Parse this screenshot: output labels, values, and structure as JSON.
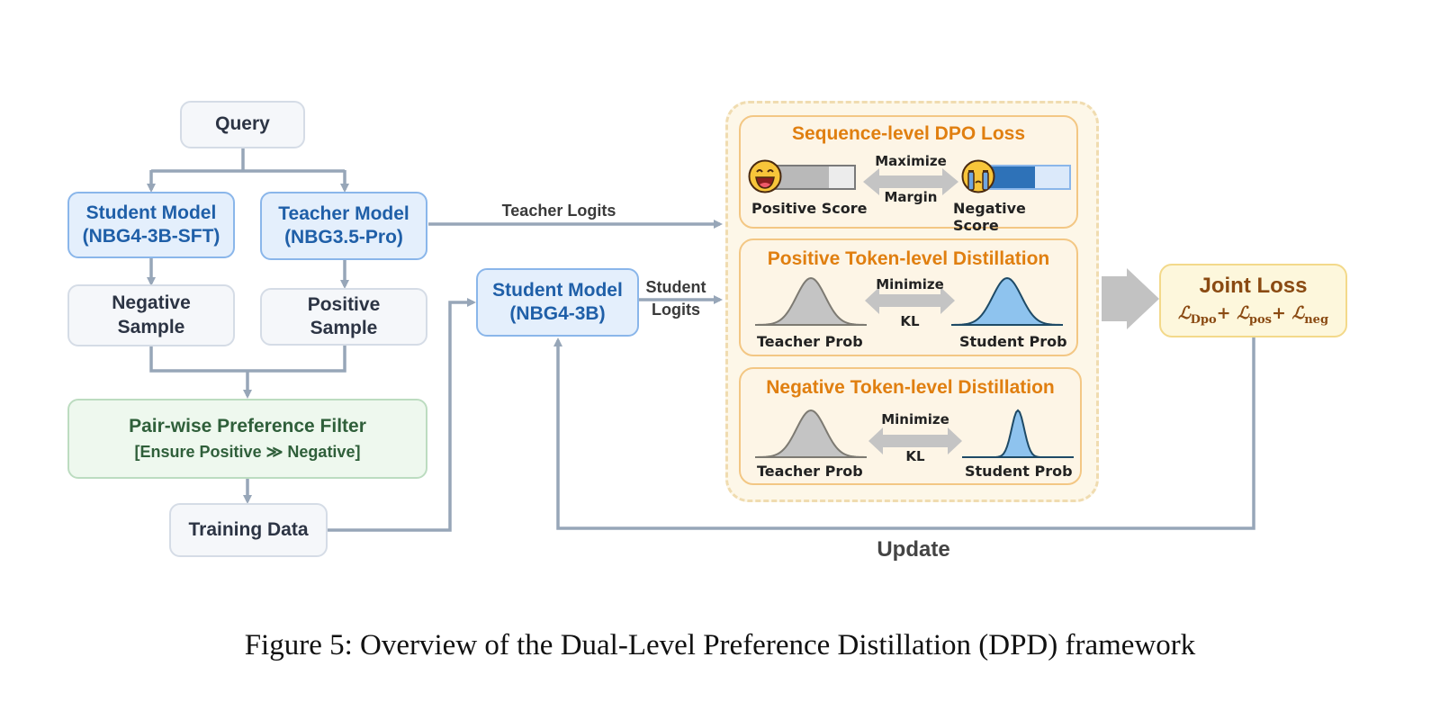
{
  "left_flow": {
    "query": "Query",
    "student_model_sft": {
      "line1": "Student Model",
      "line2": "(NBG4-3B-SFT)"
    },
    "teacher_model": {
      "line1": "Teacher Model",
      "line2": "(NBG3.5-Pro)"
    },
    "negative_sample": {
      "line1": "Negative",
      "line2": "Sample"
    },
    "positive_sample": {
      "line1": "Positive",
      "line2": "Sample"
    },
    "preference_filter": {
      "line1": "Pair-wise Preference Filter",
      "line2": "[Ensure Positive ≫ Negative]"
    },
    "training_data": "Training Data"
  },
  "middle": {
    "teacher_logits_label": "Teacher Logits",
    "student_model": {
      "line1": "Student Model",
      "line2": "(NBG4-3B)"
    },
    "student_logits_label": {
      "line1": "Student",
      "line2": "Logits"
    }
  },
  "loss_panels": {
    "dpo": {
      "title": "Sequence-level DPO Loss",
      "positive_label": "Positive Score",
      "negative_label": "Negative Score",
      "arrow_top": "Maximize",
      "arrow_bottom": "Margin",
      "positive_emoji": "grinning-face",
      "negative_emoji": "crying-face",
      "positive_bar_fill": 0.7,
      "negative_bar_fill": 0.6
    },
    "positive_token": {
      "title": "Positive Token-level Distillation",
      "left_label": "Teacher Prob",
      "right_label": "Student Prob",
      "arrow_top": "Minimize",
      "arrow_bottom": "KL"
    },
    "negative_token": {
      "title": "Negative Token-level Distillation",
      "left_label": "Teacher Prob",
      "right_label": "Student Prob",
      "arrow_top": "Minimize",
      "arrow_bottom": "KL"
    }
  },
  "joint_loss": {
    "title": "Joint Loss",
    "terms": [
      {
        "symbol": "ℒ",
        "sub": "Dpo"
      },
      {
        "symbol": "ℒ",
        "sub": "pos"
      },
      {
        "symbol": "ℒ",
        "sub": "neg"
      }
    ],
    "plus": "+"
  },
  "update_label": "Update",
  "caption": "Figure 5: Overview of the Dual-Level Preference Distillation (DPD) framework",
  "colors": {
    "connector": "#97a6b8",
    "accent_orange": "#e07f10",
    "student_blue": "#1f5fa8",
    "student_dist_fill": "#8ec3ee",
    "teacher_dist_fill": "#c4c4c4",
    "negative_bar": "#2e72b8"
  }
}
